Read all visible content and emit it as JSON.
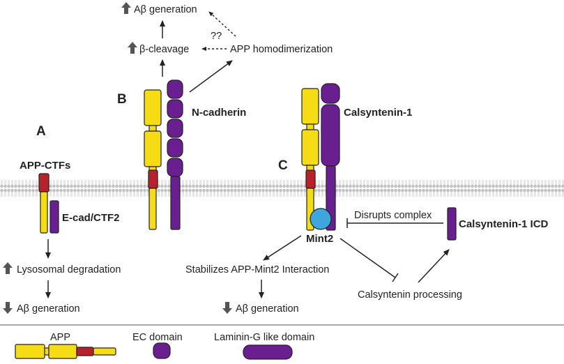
{
  "panels": {
    "a": "A",
    "b": "B",
    "c": "C"
  },
  "panel_b": {
    "abeta_up": "Aβ generation",
    "beta_cleavage": "β-cleavage",
    "question": "??",
    "homodimerization": "APP homodimerization",
    "ncadherin": "N-cadherin"
  },
  "panel_a": {
    "app_ctfs": "APP-CTFs",
    "ecad": "E-cad/CTF2",
    "lysosomal": "Lysosomal degradation",
    "abeta_down": "Aβ generation"
  },
  "panel_c": {
    "calsyntenin": "Calsyntenin-1",
    "mint2": "Mint2",
    "disrupts": "Disrupts complex",
    "icd": "Calsyntenin-1 ICD",
    "stabilizes": "Stabilizes APP-Mint2 Interaction",
    "abeta_down": "Aβ generation",
    "processing": "Calsyntenin processing"
  },
  "legend": {
    "app": "APP",
    "ec": "EC domain",
    "laminin": "Laminin-G like domain"
  },
  "colors": {
    "app_yellow": "#f6dc14",
    "app_red": "#b5222c",
    "purple": "#6a1f91",
    "mint2_blue": "#3ea6dd",
    "membrane_gray": "#bdbdbd"
  }
}
